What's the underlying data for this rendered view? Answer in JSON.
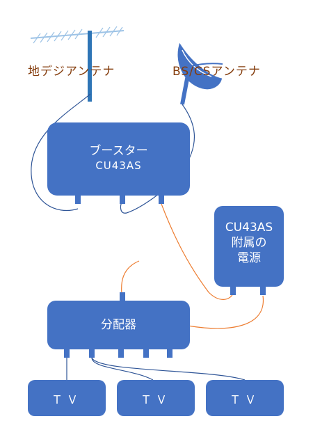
{
  "labels": {
    "terrestrial_antenna": "地デジアンテナ",
    "bs_cs_antenna": "BS/CSアンテナ"
  },
  "booster": {
    "name": "ブースター",
    "model": "CU43AS"
  },
  "power_supply": {
    "line1": "CU43AS",
    "line2": "附属の",
    "line3": "電源"
  },
  "splitter": {
    "name": "分配器"
  },
  "tvs": [
    {
      "label": "ＴＶ"
    },
    {
      "label": "ＴＶ"
    },
    {
      "label": "ＴＶ"
    }
  ],
  "colors": {
    "device_fill": "#4472c4",
    "label_text": "#843c0c",
    "power_cable": "#ed7d31",
    "coax_cable": "#2f5597"
  }
}
